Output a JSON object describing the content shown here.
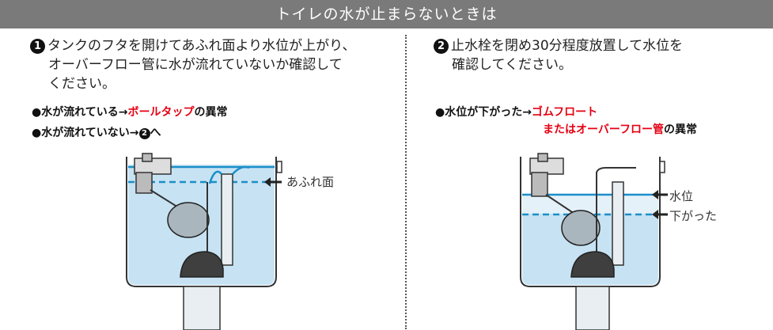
{
  "header": {
    "title": "トイレの水が止まらないときは"
  },
  "left": {
    "step_number": "1",
    "instruction_line1": "タンクのフタを開けてあふれ面より水位が上がり、",
    "instruction_line2": "オーバーフロー管に水が流れていないか確認して",
    "instruction_line3": "ください。",
    "bullet1_prefix": "●水が流れている→",
    "bullet1_highlight": "ボールタップ",
    "bullet1_suffix": "の異常",
    "bullet2_prefix": "●水が流れていない→",
    "bullet2_circle": "2",
    "bullet2_suffix": "へ",
    "diagram_label": "あふれ面"
  },
  "right": {
    "step_number": "2",
    "instruction_line1": "止水栓を閉め30分程度放置して水位を",
    "instruction_line2": "確認してください。",
    "bullet1_prefix": "●水位が下がった→",
    "bullet1_highlight1": "ゴムフロート",
    "bullet1_highlight2": "またはオーバーフロー管",
    "bullet1_suffix": "の異常",
    "label_water_level": "水位",
    "label_dropped": "下がった"
  },
  "colors": {
    "water": "#c7e3f3",
    "water_line": "#1b8ec9",
    "highlight": "#e60012",
    "header_bg": "#7a7a7a"
  }
}
